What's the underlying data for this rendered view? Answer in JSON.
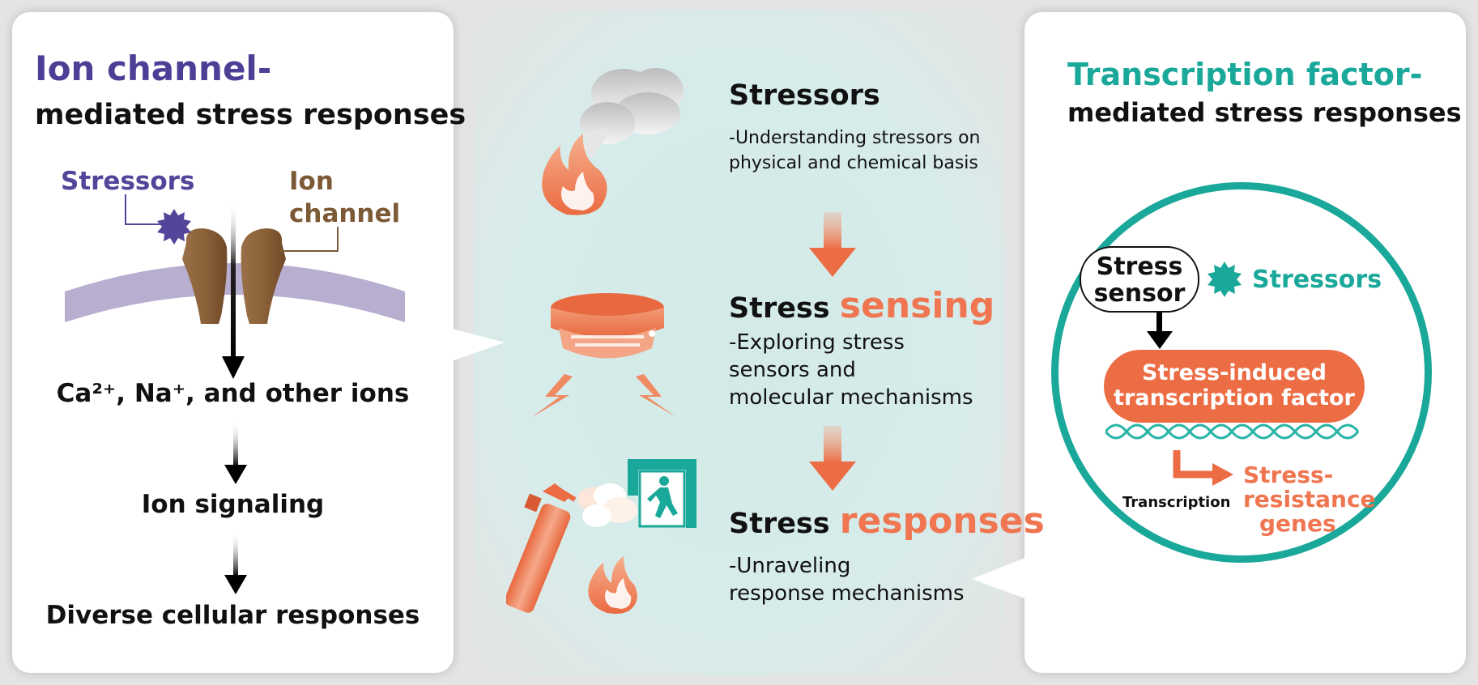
{
  "left": {
    "title_line1": "Ion channel-",
    "title_line2": "mediated stress responses",
    "stressors_label": "Stressors",
    "ion_label_line1": "Ion",
    "ion_label_line2": "channel",
    "ions_text": "Ca²⁺, Na⁺, and other ions",
    "signaling_text": "Ion signaling",
    "responses_text": "Diverse cellular responses"
  },
  "center": {
    "stage1_title": "Stressors",
    "stage1_desc_line1": "-Understanding stressors on",
    "stage1_desc_line2": "physical and chemical basis",
    "stage2_title": "Stress",
    "stage2_accent": "sensing",
    "stage2_desc_line1": "-Exploring stress",
    "stage2_desc_line2": "sensors and",
    "stage2_desc_line3": "molecular mechanisms",
    "stage3_title": "Stress",
    "stage3_accent": "responses",
    "stage3_desc_line1": "-Unraveling",
    "stage3_desc_line2": "response mechanisms"
  },
  "right": {
    "title_line1": "Transcription factor-",
    "title_line2": "mediated stress responses",
    "sensor_line1": "Stress",
    "sensor_line2": "sensor",
    "stressors_label": "Stressors",
    "tf_line1": "Stress-induced",
    "tf_line2": "transcription factor",
    "transcription_label": "Transcription",
    "genes_line1": "Stress-",
    "genes_line2": "resistance",
    "genes_line3": "genes"
  },
  "colors": {
    "purple": "#4b3f96",
    "teal": "#19a899",
    "orange": "#ef7650",
    "brown": "#8b6138",
    "membrane": "#b8aed0"
  },
  "icons": [
    "fire-icon",
    "smoke-icon",
    "smoke-detector-icon",
    "fire-extinguisher-icon",
    "emergency-exit-icon"
  ]
}
